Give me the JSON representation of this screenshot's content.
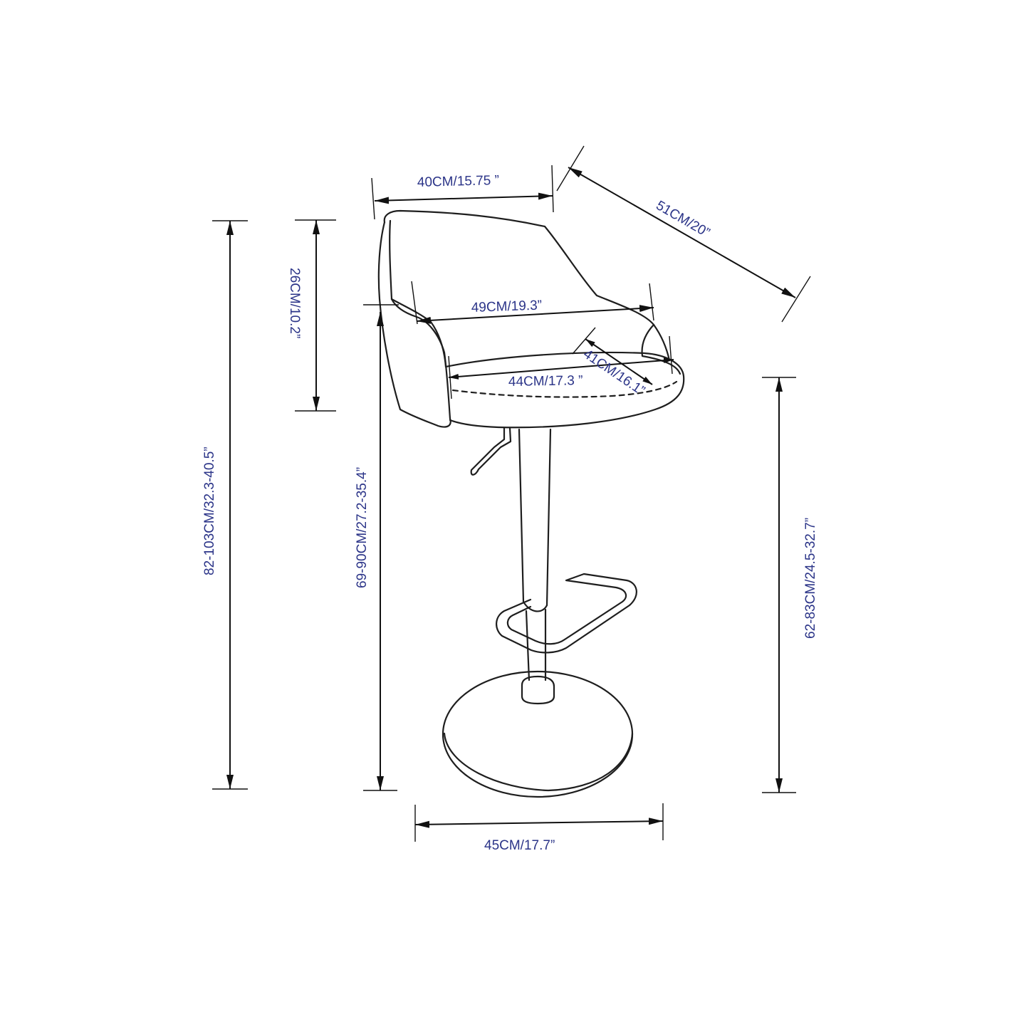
{
  "colors": {
    "label": "#2b3488",
    "line": "#1e1e1e",
    "background": "#ffffff"
  },
  "dimensions": {
    "back_width": "40CM/15.75 ”",
    "depth": "51CM/20”",
    "arm_width": "49CM/19.3”",
    "seat_width": "44CM/17.3 ”",
    "seat_depth": "41CM/16.1”",
    "back_height": "26CM/10.2”",
    "total_height": "82-103CM/32.3-40.5”",
    "seat_height": "69-90CM/27.2-35.4”",
    "arm_height": "62-83CM/24.5-32.7”",
    "base_width": "45CM/17.7”"
  }
}
